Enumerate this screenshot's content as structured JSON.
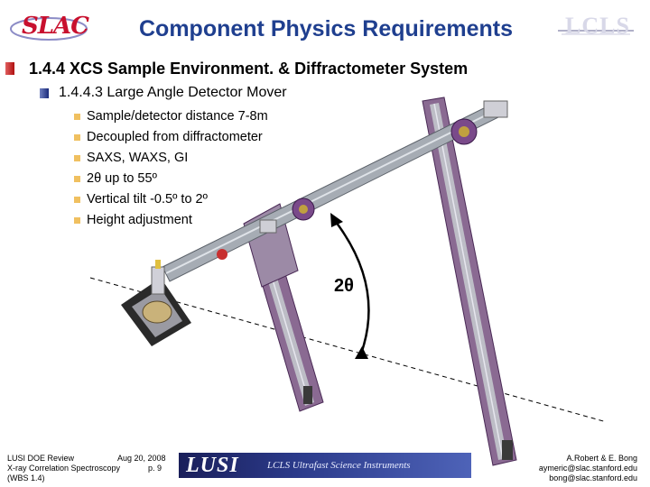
{
  "header": {
    "title": "Component Physics Requirements",
    "left_logo": "SLAC",
    "right_logo": "LCLS"
  },
  "outline": {
    "level1": "1.4.4 XCS Sample Environment. & Diffractometer System",
    "level2": "1.4.4.3 Large Angle Detector Mover",
    "requirements": [
      "Sample/detector distance 7-8m",
      "Decoupled from diffractometer",
      "SAXS, WAXS, GI",
      " 2θ up to 55º",
      "Vertical tilt -0.5º to 2º",
      "Height adjustment"
    ]
  },
  "figure": {
    "angle_label": "2θ"
  },
  "footer": {
    "left_line1_a": "LUSI DOE Review",
    "left_line1_b": "Aug 20, 2008",
    "left_line2_a": "X-ray Correlation Spectroscopy",
    "left_line2_b": "p. 9",
    "left_line3": "(WBS 1.4)",
    "banner_big": "LUSI",
    "banner_small": "LCLS Ultrafast Science Instruments",
    "right_line1": "A.Robert & E. Bong",
    "right_line2": "aymeric@slac.stanford.edu",
    "right_line3": "bong@slac.stanford.edu"
  },
  "colors": {
    "title": "#1f3f8f",
    "rail_purple": "#6a4a7a",
    "beam_tube": "#9aa0a8",
    "arc": "#000000"
  }
}
